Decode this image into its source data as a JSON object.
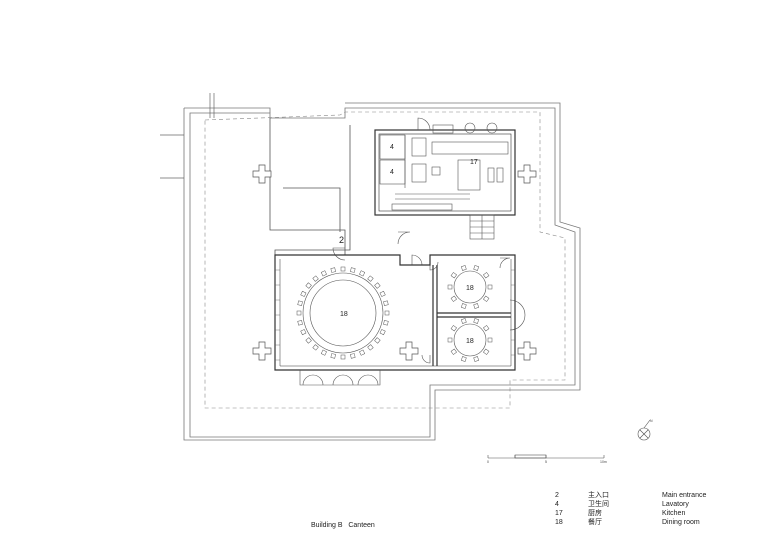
{
  "caption": "Building B   Canteen",
  "room_labels": {
    "lavatory_upper": "4",
    "lavatory_lower": "4",
    "kitchen": "17",
    "dining_round": "18",
    "dining_upper_right": "18",
    "dining_lower_right": "18",
    "main_entrance": "2"
  },
  "scale_bar": {
    "ticks": [
      "0",
      "5",
      "10m"
    ]
  },
  "north_arrow": {
    "label": "N"
  },
  "legend": [
    {
      "num": "2",
      "cn": "主入口",
      "en": "Main entrance"
    },
    {
      "num": "4",
      "cn": "卫生间",
      "en": "Lavatory"
    },
    {
      "num": "17",
      "cn": "厨房",
      "en": "Kitchen"
    },
    {
      "num": "18",
      "cn": "餐厅",
      "en": "Dining room"
    }
  ]
}
